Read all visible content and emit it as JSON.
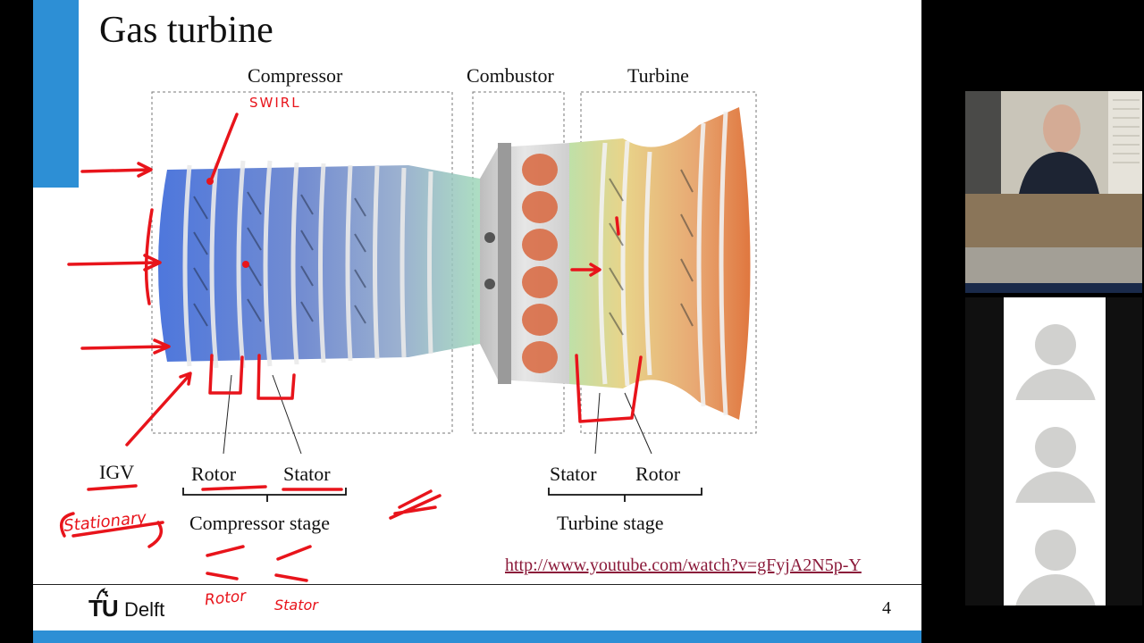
{
  "slide": {
    "title": "Gas turbine",
    "sections": {
      "compressor": "Compressor",
      "combustor": "Combustor",
      "turbine": "Turbine"
    },
    "component_labels": {
      "igv": "IGV",
      "rotor_left": "Rotor",
      "stator_left": "Stator",
      "compressor_stage": "Compressor stage",
      "stator_right": "Stator",
      "rotor_right": "Rotor",
      "turbine_stage": "Turbine stage"
    },
    "annotations": {
      "swirl": "SWIRL",
      "stationary": "Stationary",
      "rotor": "Rotor",
      "stator": "Stator"
    },
    "link": "http://www.youtube.com/watch?v=gFyjA2N5p-Y",
    "page_number": "4",
    "logo": {
      "tu": "TU",
      "delft": "Delft"
    }
  },
  "side_panel": {
    "participants": [
      "video-feed",
      "avatar",
      "avatar",
      "avatar"
    ]
  },
  "colors": {
    "accent_blue": "#2d8fd5",
    "ink_red": "#e8141b",
    "link": "#8b1a3a",
    "compressor_blue": "#2f5fd6",
    "turbine_orange": "#e0773f"
  }
}
